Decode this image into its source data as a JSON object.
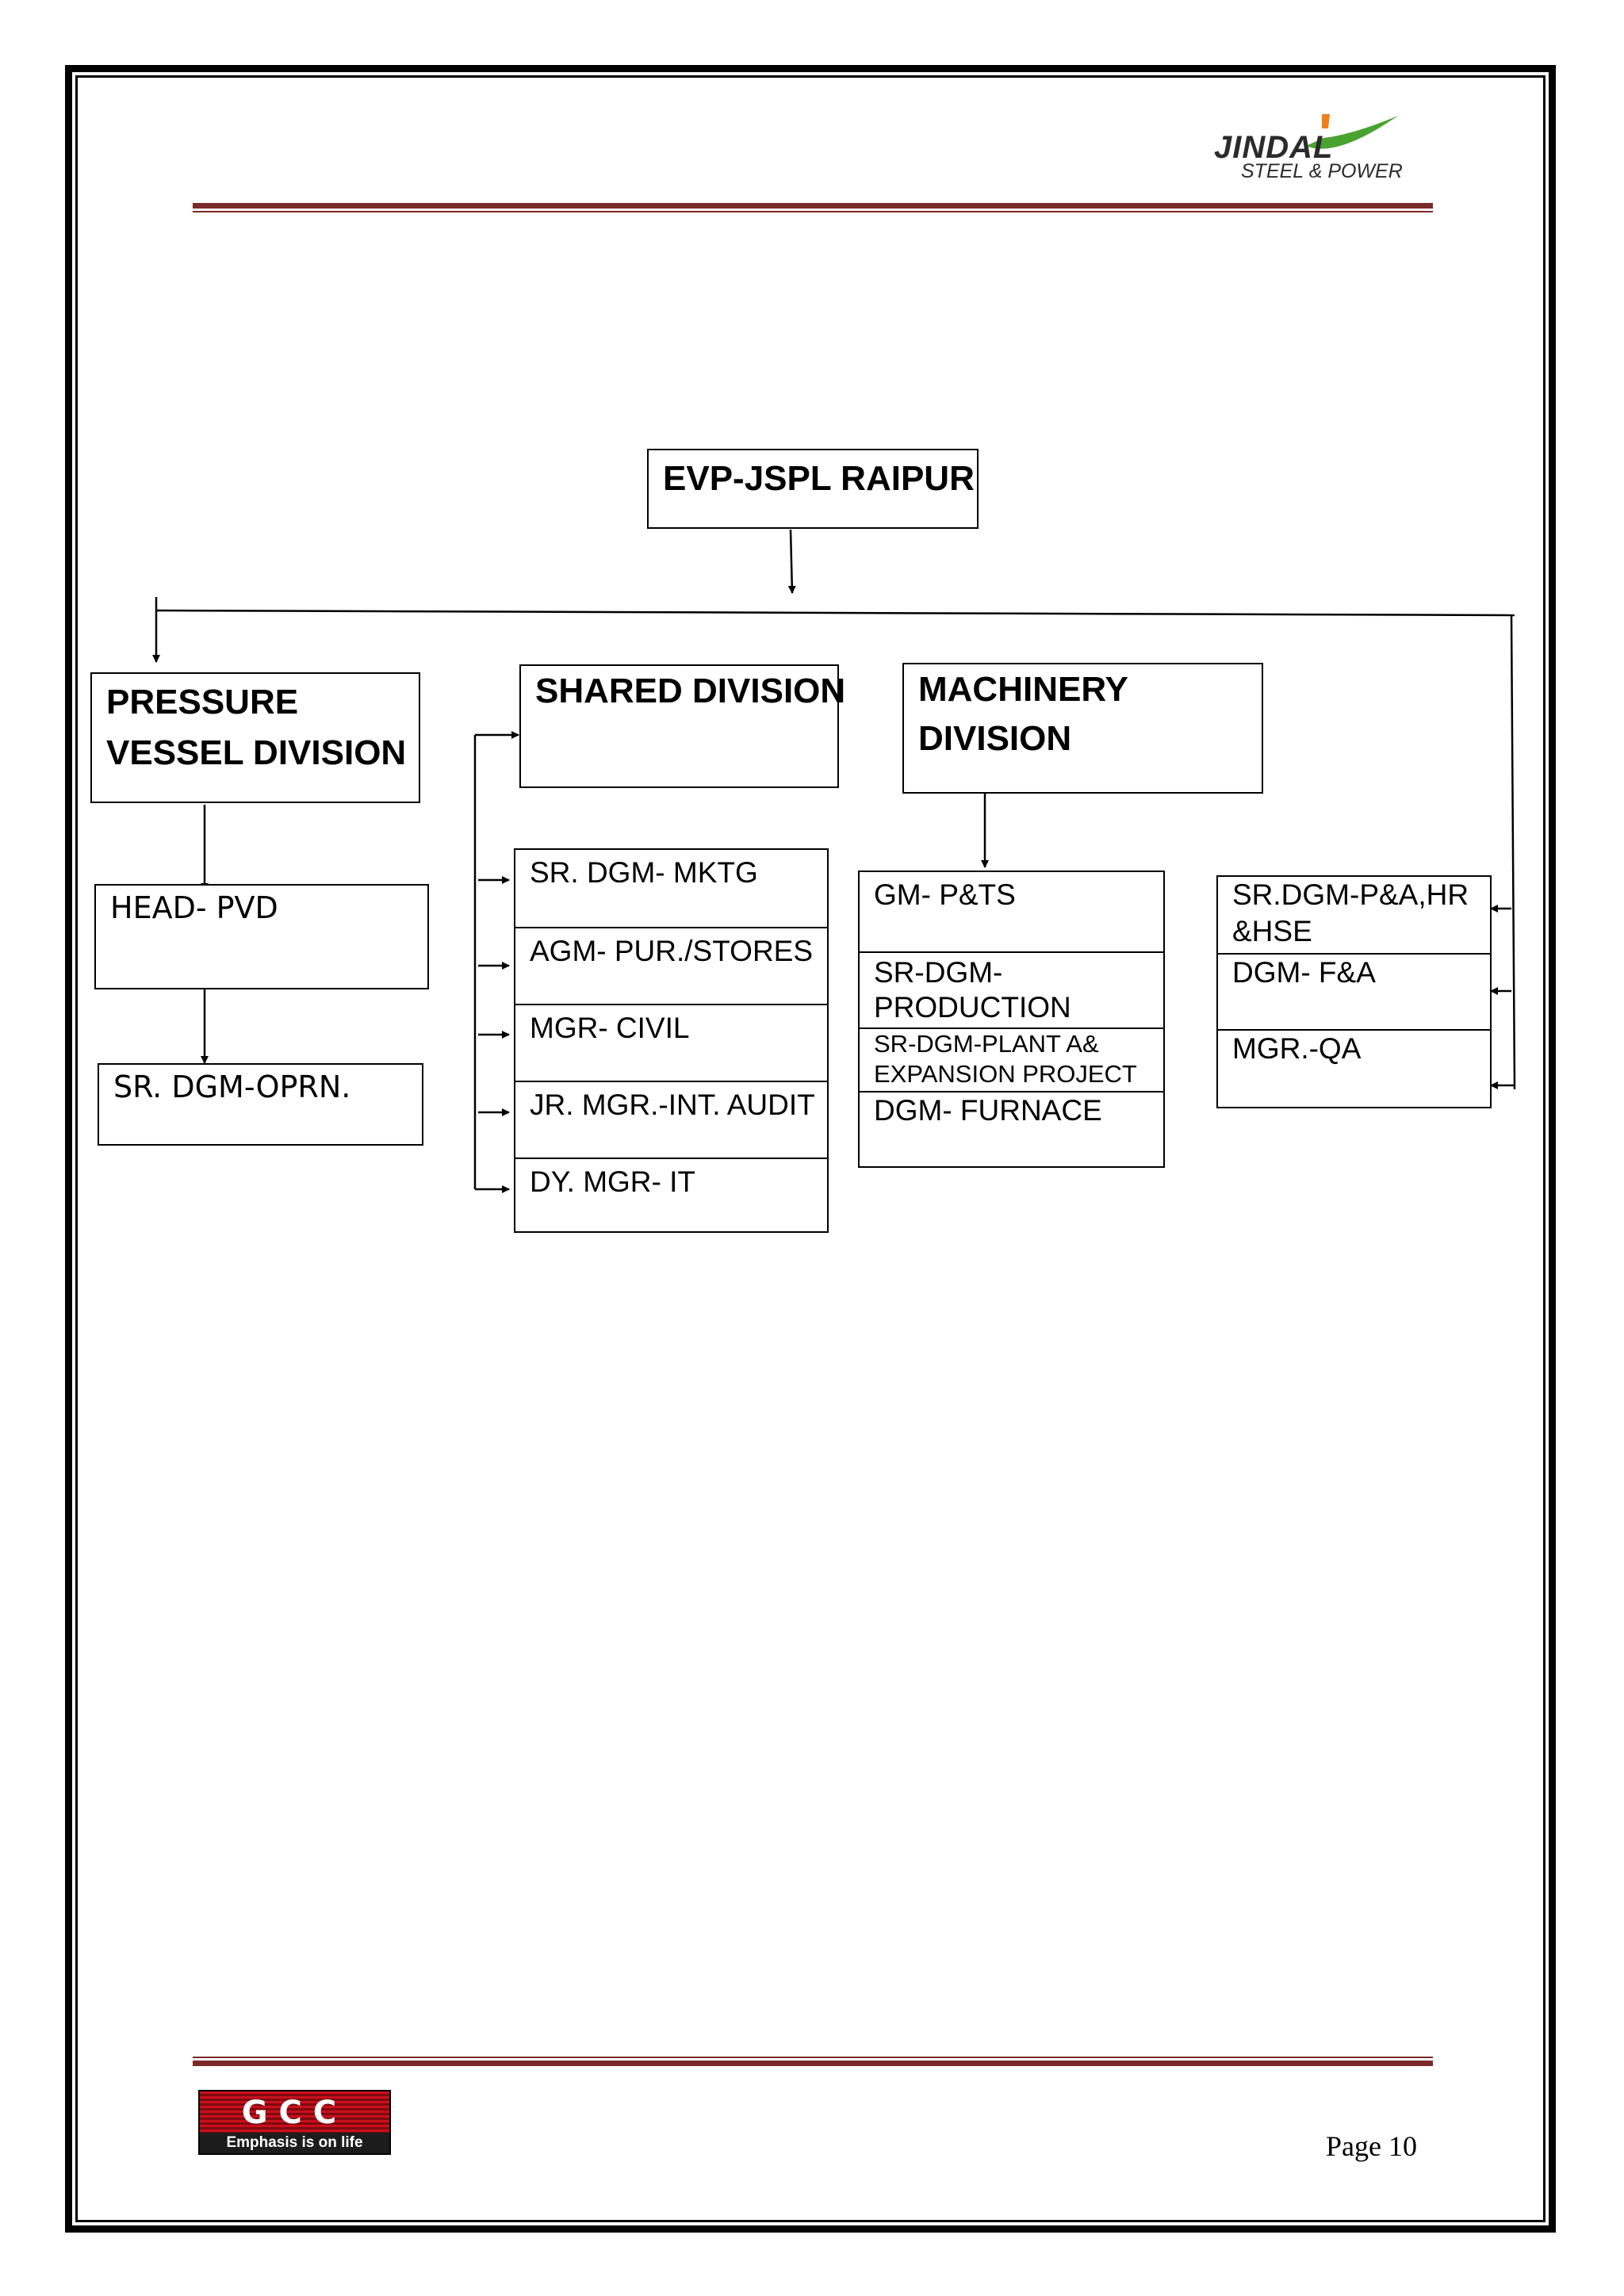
{
  "header": {
    "logo_word": "JINDAL",
    "logo_sub": "STEEL & POWER"
  },
  "footer": {
    "gcc_letters": "GCC",
    "gcc_tagline": "Emphasis is on life",
    "page_label": "Page 10"
  },
  "chart": {
    "root": "EVP-JSPL RAIPUR",
    "pressure_vessel": {
      "title_line1": "PRESSURE",
      "title_line2": "VESSEL DIVISION",
      "head": "HEAD- PVD",
      "sub": "SR. DGM-OPRN."
    },
    "shared": {
      "title": "SHARED DIVISION",
      "items": [
        "SR. DGM- MKTG",
        "AGM- PUR./STORES",
        "MGR- CIVIL",
        "JR. MGR.-INT. AUDIT",
        "DY. MGR- IT"
      ]
    },
    "machinery": {
      "title_line1": "MACHINERY",
      "title_line2": "DIVISION",
      "items": [
        {
          "line1": "GM- P&TS",
          "line2": ""
        },
        {
          "line1": "SR-DGM-",
          "line2": "PRODUCTION"
        },
        {
          "line1": "SR-DGM-PLANT A&",
          "line2": "EXPANSION PROJECT"
        },
        {
          "line1": "DGM- FURNACE",
          "line2": ""
        }
      ]
    },
    "direct": {
      "items": [
        {
          "line1": "SR.DGM-P&A,HR",
          "line2": "&HSE"
        },
        {
          "line1": "DGM- F&A",
          "line2": ""
        },
        {
          "line1": "MGR.-QA",
          "line2": ""
        }
      ]
    }
  }
}
